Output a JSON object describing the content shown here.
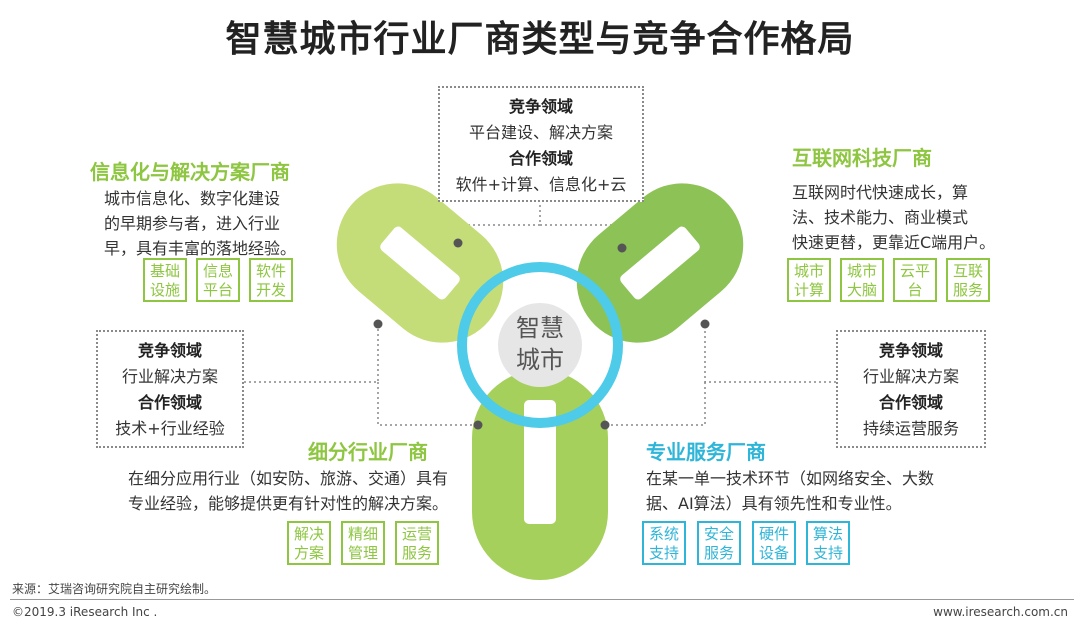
{
  "title": "智慧城市行业厂商类型与竞争合作格局",
  "center": {
    "line1": "智慧",
    "line2": "城市"
  },
  "top_box": {
    "compete_h": "竞争领域",
    "compete_t": "平台建设、解决方案",
    "coop_h": "合作领域",
    "coop_t": "软件+计算、信息化+云"
  },
  "left_box": {
    "compete_h": "竞争领域",
    "compete_t": "行业解决方案",
    "coop_h": "合作领域",
    "coop_t": "技术+行业经验"
  },
  "right_box": {
    "compete_h": "竞争领域",
    "compete_t": "行业解决方案",
    "coop_h": "合作领域",
    "coop_t": "持续运营服务"
  },
  "vendor_info": {
    "title": "信息化与解决方案厂商",
    "desc": [
      "城市信息化、数字化建设",
      "的早期参与者，进入行业",
      "早，具有丰富的落地经验。"
    ],
    "tags": [
      [
        "基础",
        "设施"
      ],
      [
        "信息",
        "平台"
      ],
      [
        "软件",
        "开发"
      ]
    ]
  },
  "vendor_internet": {
    "title": "互联网科技厂商",
    "desc": [
      "互联网时代快速成长，算",
      "法、技术能力、商业模式",
      "快速更替，更靠近C端用户。"
    ],
    "tags": [
      [
        "城市",
        "计算"
      ],
      [
        "城市",
        "大脑"
      ],
      [
        "云平",
        "台"
      ],
      [
        "互联",
        "服务"
      ]
    ]
  },
  "vendor_segment": {
    "title": "细分行业厂商",
    "desc": [
      "在细分应用行业（如安防、旅游、交通）具有",
      "专业经验，能够提供更有针对性的解决方案。"
    ],
    "tags": [
      [
        "解决",
        "方案"
      ],
      [
        "精细",
        "管理"
      ],
      [
        "运营",
        "服务"
      ]
    ]
  },
  "vendor_service": {
    "title": "专业服务厂商",
    "desc": [
      "在某一单一技术环节（如网络安全、大数",
      "据、AI算法）具有领先性和专业性。"
    ],
    "tags": [
      [
        "系统",
        "支持"
      ],
      [
        "安全",
        "服务"
      ],
      [
        "硬件",
        "设备"
      ],
      [
        "算法",
        "支持"
      ]
    ]
  },
  "source": "来源：艾瑞咨询研究院自主研究绘制。",
  "copyright": "©2019.3 iResearch Inc .",
  "website": "www.iresearch.com.cn",
  "colors": {
    "green_light": "#b5d96a",
    "green_mid": "#8ec641",
    "green_dark": "#6eac45",
    "cyan": "#4dcbe8",
    "blue_text": "#2fb5d8"
  }
}
